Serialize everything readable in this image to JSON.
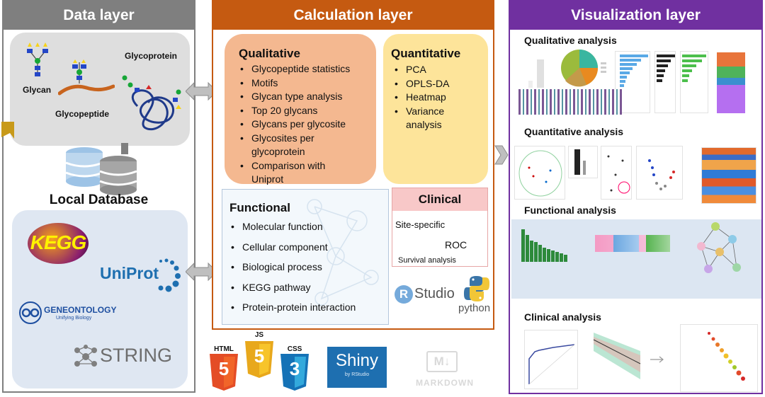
{
  "data_layer": {
    "title": "Data layer",
    "glycan_label": "Glycan",
    "glycopeptide_label": "Glycopeptide",
    "glycoprotein_label": "Glycoprotein",
    "local_database_title": "Local Database",
    "logos": {
      "kegg": "KEGG",
      "uniprot": "UniProt",
      "geneontology": "GENEONTOLOGY",
      "geneontology_sub": "Unifying Biology",
      "string": "STRING"
    }
  },
  "calc_layer": {
    "title": "Calculation layer",
    "qualitative": {
      "title": "Qualitative",
      "items": [
        "Glycopeptide statistics",
        "Motifs",
        "Glycan type analysis",
        "Top 20 glycans",
        "Glycans per glycosite",
        "Glycosites per glycoprotein",
        "Comparison with Uniprot"
      ]
    },
    "quantitative": {
      "title": "Quantitative",
      "items": [
        "PCA",
        "OPLS-DA",
        "Heatmap",
        "Variance analysis"
      ]
    },
    "functional": {
      "title": "Functional",
      "items": [
        "Molecular function",
        "Cellular component",
        "Biological process",
        "KEGG pathway",
        "Protein-protein interaction"
      ]
    },
    "clinical": {
      "title": "Clinical",
      "site_specific": "Site-specific",
      "roc": "ROC",
      "survival": "Survival analysis"
    },
    "rstudio_r": "R",
    "rstudio_text": "Studio",
    "python_text": "python"
  },
  "vis_layer": {
    "title": "Visualization layer",
    "sections": [
      "Qualitative analysis",
      "Quantitative analysis",
      "Functional analysis",
      "Clinical analysis"
    ]
  },
  "bottom_logos": {
    "html": "HTML",
    "html_num": "5",
    "js": "JS",
    "js_num": "5",
    "css": "CSS",
    "css_num": "3",
    "shiny": "Shiny",
    "shiny_sub": "by RStudio",
    "markdown_mark": "M↓",
    "markdown": "MARKDOWN"
  },
  "colors": {
    "data_layer": "#7f7f7f",
    "calc_layer": "#c55a11",
    "vis_layer": "#7030a0",
    "qualitative_bg": "#f4b890",
    "quantitative_bg": "#fde49a",
    "clinical_head": "#f8c8c8"
  }
}
